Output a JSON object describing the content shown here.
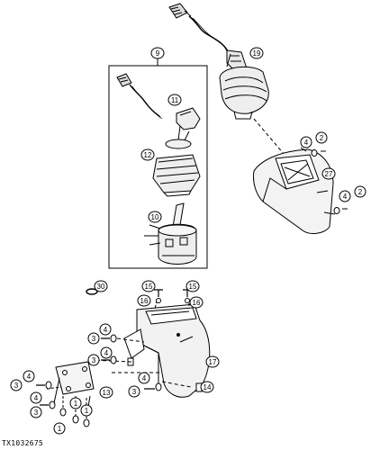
{
  "figure_id": "TX1032675",
  "callouts": [
    {
      "id": "c9",
      "label": "9"
    },
    {
      "id": "c11",
      "label": "11"
    },
    {
      "id": "c12",
      "label": "12"
    },
    {
      "id": "c10",
      "label": "10"
    },
    {
      "id": "c19",
      "label": "19"
    },
    {
      "id": "c4a",
      "label": "4"
    },
    {
      "id": "c2a",
      "label": "2"
    },
    {
      "id": "c27",
      "label": "27"
    },
    {
      "id": "c4b",
      "label": "4"
    },
    {
      "id": "c2b",
      "label": "2"
    },
    {
      "id": "c30",
      "label": "30"
    },
    {
      "id": "c15a",
      "label": "15"
    },
    {
      "id": "c15b",
      "label": "15"
    },
    {
      "id": "c16a",
      "label": "16"
    },
    {
      "id": "c16b",
      "label": "16"
    },
    {
      "id": "c4c",
      "label": "4"
    },
    {
      "id": "c3a",
      "label": "3"
    },
    {
      "id": "c17",
      "label": "17"
    },
    {
      "id": "c4d",
      "label": "4"
    },
    {
      "id": "c3b",
      "label": "3"
    },
    {
      "id": "c4e",
      "label": "4"
    },
    {
      "id": "c3c",
      "label": "3"
    },
    {
      "id": "c13",
      "label": "13"
    },
    {
      "id": "c14",
      "label": "14"
    },
    {
      "id": "c4f",
      "label": "4"
    },
    {
      "id": "c3d",
      "label": "3"
    },
    {
      "id": "c4g",
      "label": "4"
    },
    {
      "id": "c3e",
      "label": "3"
    },
    {
      "id": "c1a",
      "label": "1"
    },
    {
      "id": "c1b",
      "label": "1"
    },
    {
      "id": "c1c",
      "label": "1"
    }
  ]
}
